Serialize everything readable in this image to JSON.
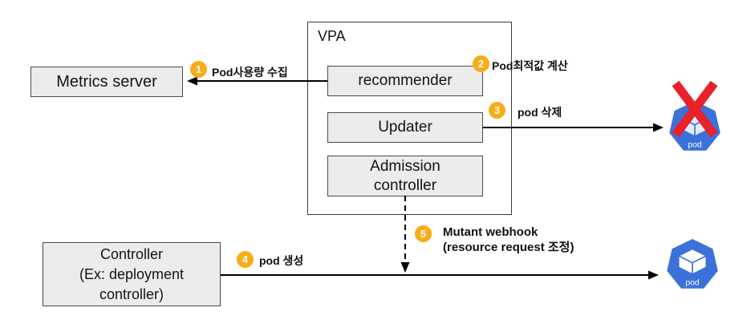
{
  "diagram_title": "VPA (Vertical Pod Autoscaler) architecture",
  "colors": {
    "badge": "#F9AC18",
    "box_fill": "#ececec",
    "box_border": "#4a4a4a",
    "k8s_blue": "#3B72D9",
    "red_x": "#E92128",
    "arrow": "#000000"
  },
  "boxes": {
    "metrics_server": {
      "label": "Metrics server"
    },
    "vpa": {
      "label": "VPA"
    },
    "recommender": {
      "label": "recommender"
    },
    "updater": {
      "label": "Updater"
    },
    "admission_controller": {
      "line1": "Admission",
      "line2": "controller"
    },
    "controller": {
      "line1": "Controller",
      "line2": "(Ex: deployment",
      "line3": "controller)"
    }
  },
  "steps": [
    {
      "num": "1",
      "label": "Pod사용량 수집"
    },
    {
      "num": "2",
      "label": "Pod최적값 계산"
    },
    {
      "num": "3",
      "label": "pod 삭제"
    },
    {
      "num": "4",
      "label": "pod 생성"
    },
    {
      "num": "5",
      "label": "Mutant webhook",
      "label2": "(resource request 조정)"
    }
  ],
  "pods": {
    "deleted": {
      "label": "pod"
    },
    "created": {
      "label": "pod"
    }
  }
}
